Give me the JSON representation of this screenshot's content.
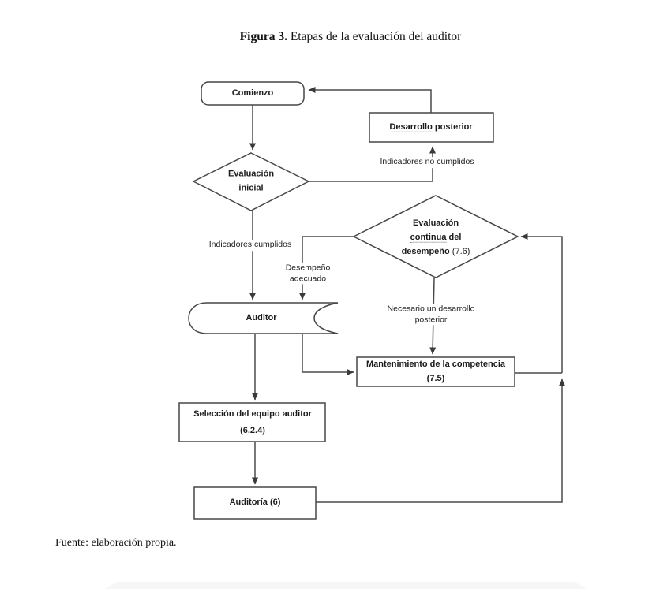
{
  "page": {
    "title_prefix": "Figura 3.",
    "title_rest": " Etapas de la evaluación del auditor",
    "footer": "Fuente: elaboración propia."
  },
  "colors": {
    "line": "#474747",
    "shape_border": "#474747",
    "shape_fill": "#ffffff",
    "page_bg": "#ffffff",
    "bottom_bar": "#f6f6f6",
    "text": "#1c1c1c"
  },
  "flowchart": {
    "nodes": {
      "comienzo": {
        "type": "terminator",
        "label": "Comienzo"
      },
      "desarrollo_posterior": {
        "type": "process",
        "word_misspelled": "Desarrollo",
        "rest": " posterior"
      },
      "evaluacion_inicial": {
        "type": "decision",
        "label": "Evaluación\ninicial"
      },
      "evaluacion_continua": {
        "type": "decision",
        "line1": "Evaluación",
        "line2_misspelled": "continua",
        "line2_rest": " del",
        "line3_bold": "desempeño",
        "line3_ref": " (7.6)"
      },
      "auditor": {
        "type": "stored-data",
        "label": "Auditor"
      },
      "mantenimiento": {
        "type": "process",
        "line1": "Mantenimiento de la competencia",
        "line2": "(7.5)"
      },
      "seleccion": {
        "type": "process",
        "line1": "Selección del equipo auditor",
        "line2": "(6.2.4)"
      },
      "auditoria": {
        "type": "process",
        "label": "Auditoría (6)"
      }
    },
    "edge_labels": {
      "indicadores_no_cumplidos": "Indicadores no cumplidos",
      "indicadores_cumplidos": "Indicadores cumplidos",
      "desempeno_adecuado": "Desempeño\nadecuado",
      "necesario_desarrollo": "Necesario un desarrollo\nposterior"
    }
  }
}
